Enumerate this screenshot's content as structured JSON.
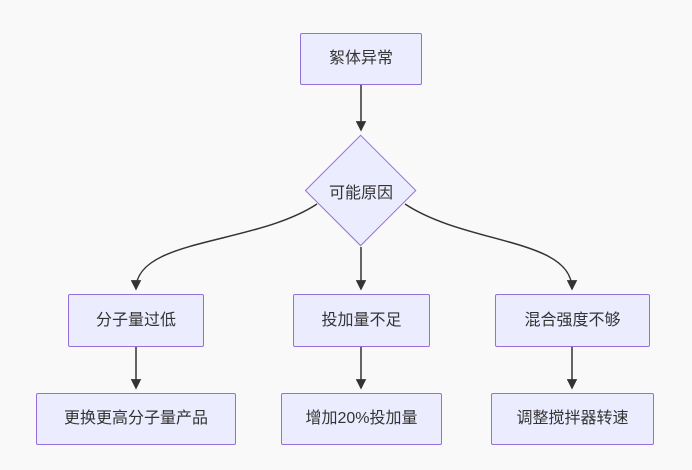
{
  "diagram": {
    "type": "flowchart",
    "direction": "top-down",
    "nodes": {
      "root": {
        "label": "絮体异常",
        "shape": "rect"
      },
      "decision": {
        "label": "可能原因",
        "shape": "diamond"
      },
      "cause1": {
        "label": "分子量过低",
        "shape": "rect"
      },
      "cause2": {
        "label": "投加量不足",
        "shape": "rect"
      },
      "cause3": {
        "label": "混合强度不够",
        "shape": "rect"
      },
      "action1": {
        "label": "更换更高分子量产品",
        "shape": "rect"
      },
      "action2": {
        "label": "增加20%投加量",
        "shape": "rect"
      },
      "action3": {
        "label": "调整搅拌器转速",
        "shape": "rect"
      }
    },
    "edges": [
      {
        "from": "root",
        "to": "decision"
      },
      {
        "from": "decision",
        "to": "cause1"
      },
      {
        "from": "decision",
        "to": "cause2"
      },
      {
        "from": "decision",
        "to": "cause3"
      },
      {
        "from": "cause1",
        "to": "action1"
      },
      {
        "from": "cause2",
        "to": "action2"
      },
      {
        "from": "cause3",
        "to": "action3"
      }
    ],
    "colors": {
      "node_fill": "#ECECFF",
      "node_border": "#9370DB",
      "edge": "#333333",
      "text": "#333333",
      "background": "#f9f9f9"
    }
  }
}
